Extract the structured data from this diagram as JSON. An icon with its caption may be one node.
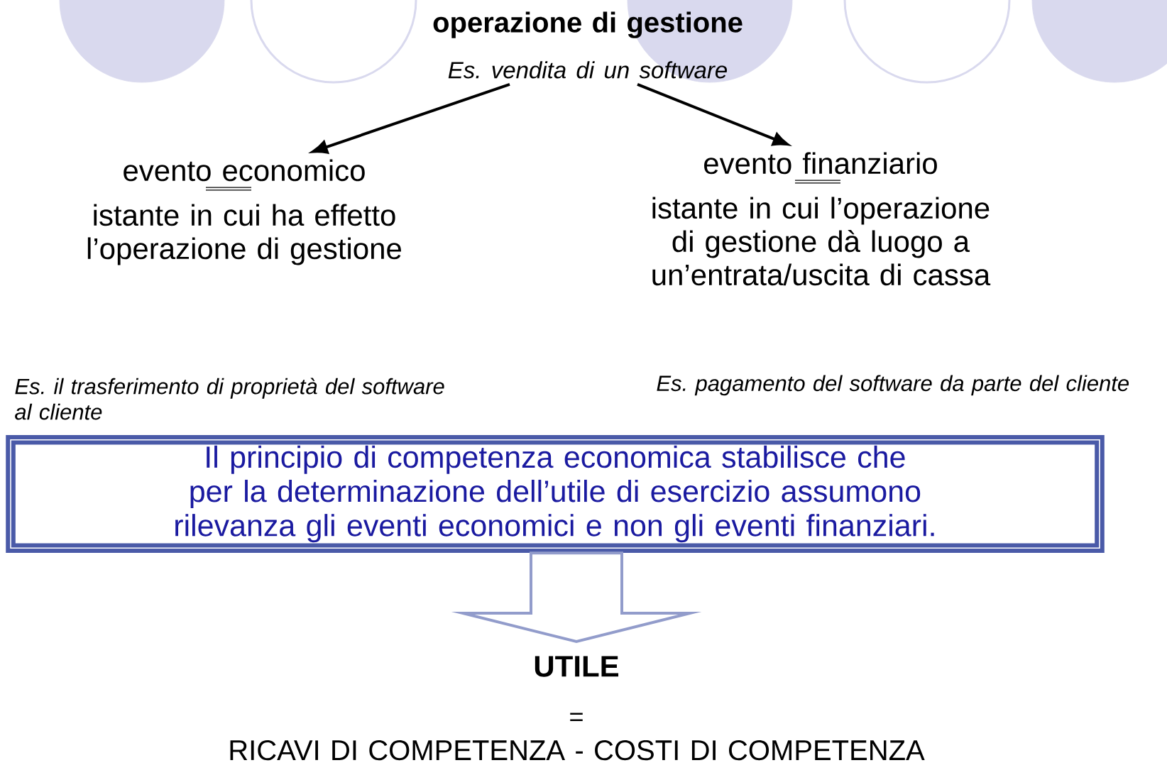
{
  "diagram": {
    "nodes": [
      {
        "text": [
          "operazione di gestione",
          "Es. vendita di un software"
        ]
      },
      {
        "text": [
          "evento economico",
          "istante in cui ha effetto l’operazione di gestione"
        ]
      },
      {
        "text": [
          "evento finanziario",
          "istante in cui l’operazione di gestione dà luogo a un’entrata/uscita di cassa"
        ]
      },
      {
        "text": [
          "Il principio di competenza economica stabilisce che per la determinazione dell’utile di esercizio assumono rilevanza gli eventi economici e non gli eventi finanziari."
        ]
      },
      {
        "text": [
          "UTILE",
          "=",
          "RICAVI DI COMPETENZA - COSTI DI COMPETENZA"
        ]
      }
    ],
    "edges": [
      {
        "from": 0,
        "to": 1,
        "arrow": "to"
      },
      {
        "from": 0,
        "to": 2,
        "arrow": "to"
      },
      {
        "from": 3,
        "to": 4,
        "arrow": "to"
      }
    ],
    "labels": [
      "Es. il trasferimento di proprietà del software al cliente",
      "Es. pagamento del software da parte del cliente"
    ]
  }
}
